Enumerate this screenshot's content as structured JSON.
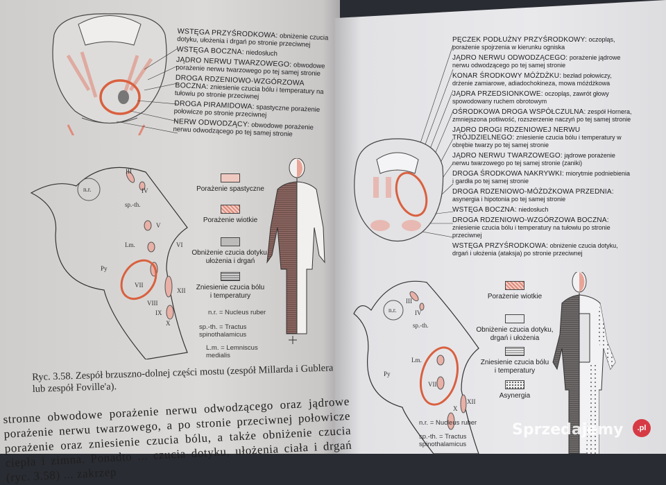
{
  "left_page": {
    "labels": [
      {
        "title": "WSTĘGA PRZYŚRODKOWA:",
        "desc": "obniżenie czucia dotyku, ułożenia i drgań po stronie przeciwnej"
      },
      {
        "title": "WSTĘGA BOCZNA:",
        "desc": "niedosłuch"
      },
      {
        "title": "JĄDRO NERWU TWARZOWEGO:",
        "desc": "obwodowe porażenie nerwu twarzowego po tej samej stronie"
      },
      {
        "title": "DROGA RDZENIOWO-WZGÓRZOWA BOCZNA:",
        "desc": "zniesienie czucia bólu i temperatury na tułowiu po stronie przeciwnej"
      },
      {
        "title": "DROGA PIRAMIDOWA:",
        "desc": "spastyczne porażenie połowicze po stronie przeciwnej"
      },
      {
        "title": "NERW ODWODZĄCY:",
        "desc": "obwodowe porażenie nerwu odwodzącego po tej samej stronie"
      }
    ],
    "legend": [
      {
        "label": "Porażenie spastyczne",
        "pattern": "light-fill"
      },
      {
        "label": "Porażenie wiotkie",
        "pattern": "hatched"
      },
      {
        "label": "Obniżenie czucia dotyku, ułożenia i drgań",
        "pattern": "grey"
      },
      {
        "label": "Zniesienie czucia bólu i temperatury",
        "pattern": "horizontal-lines"
      }
    ],
    "abbreviations": [
      {
        "abbr": "n.r.",
        "meaning": "= Nucleus ruber"
      },
      {
        "abbr": "sp.-th.",
        "meaning": "= Tractus spinothalamicus"
      },
      {
        "abbr": "L.m.",
        "meaning": "= Lemniscus medialis"
      }
    ],
    "diagram_labels": [
      "n.r.",
      "III",
      "IV",
      "sp.-th.",
      "V",
      "VI",
      "Py",
      "Lm.",
      "VII",
      "VIII",
      "IX",
      "X",
      "XII"
    ],
    "caption": "Ryc. 3.58. Zespół brzuszno-dolnej części mostu (zespół Millarda i Gublera lub zespół Foville'a).",
    "body_text": "stronne obwodowe porażenie nerwu odwodzącego oraz jądrowe porażenie nerwu twarzowego, a po stronie przeciwnej połowicze porażenie oraz zniesienie czucia bólu, a także obniżenie czucia ciepła i zimna. Ponadto ... czucia dotyku, ułożenia ciała i drgań (ryc. 3.58) ... zakrzep"
  },
  "right_page": {
    "labels": [
      {
        "title": "PĘCZEK PODŁUŻNY PRZYŚRODKOWY:",
        "desc": "oczopląs, porażenie spojrzenia w kierunku ogniska"
      },
      {
        "title": "JĄDRO NERWU ODWODZĄCEGO:",
        "desc": "porażenie jądrowe nerwu odwodzącego po tej samej stronie"
      },
      {
        "title": "KONAR ŚRODKOWY MÓŻDŻKU:",
        "desc": "bezład połowiczy, drżenie zamiarowe, adiadochokineza, mowa móżdżkowa"
      },
      {
        "title": "JĄDRA PRZEDSIONKOWE:",
        "desc": "oczopląs, zawrót głowy spowodowany ruchem obrotowym"
      },
      {
        "title": "OŚRODKOWA DROGA WSPÓŁCZULNA:",
        "desc": "zespół Hornera, zmniejszona potliwość, rozszerzenie naczyń po tej samej stronie"
      },
      {
        "title": "JĄDRO DROGI RDZENIOWEJ NERWU TRÓJDZIELNEGO:",
        "desc": "zniesienie czucia bólu i temperatury w obrębie twarzy po tej samej stronie"
      },
      {
        "title": "JĄDRO NERWU TWARZOWEGO:",
        "desc": "jądrowe porażenie nerwu twarzowego po tej samej stronie (zaniki)"
      },
      {
        "title": "DROGA ŚRODKOWA NAKRYWKI:",
        "desc": "miorytmie podniebienia i gardła po tej samej stronie"
      },
      {
        "title": "DROGA RDZENIOWO-MÓŻDŻKOWA PRZEDNIA:",
        "desc": "asynergia i hipotonia po tej samej stronie"
      },
      {
        "title": "WSTĘGA BOCZNA:",
        "desc": "niedosłuch"
      },
      {
        "title": "DROGA RDZENIOWO-WZGÓRZOWA BOCZNA:",
        "desc": "zniesienie czucia bólu i temperatury na tułowiu po stronie przeciwnej"
      },
      {
        "title": "WSTĘGA PRZYŚRODKOWA:",
        "desc": "obniżenie czucia dotyku, drgań i ułożenia (ataksja) po stronie przeciwnej"
      }
    ],
    "legend": [
      {
        "label": "Porażenie wiotkie",
        "pattern": "hatched"
      },
      {
        "label": "Obniżenie czucia dotyku, drgań i ułożenia",
        "pattern": "grey"
      },
      {
        "label": "Zniesienie czucia bólu i temperatury",
        "pattern": "horizontal-lines"
      },
      {
        "label": "Asynergia",
        "pattern": "dotted"
      }
    ],
    "abbreviations": [
      {
        "abbr": "n.r.",
        "meaning": "= Nucleus ruber"
      },
      {
        "abbr": "sp.-th.",
        "meaning": "= Tractus spinothalamicus"
      }
    ]
  },
  "watermark": {
    "text": "Sprzedajemy",
    "suffix": ".pl"
  },
  "colors": {
    "highlight_circle": "#d9603f",
    "lesion_fill": "#e8b0a6",
    "body_shading": "#7a5650"
  }
}
